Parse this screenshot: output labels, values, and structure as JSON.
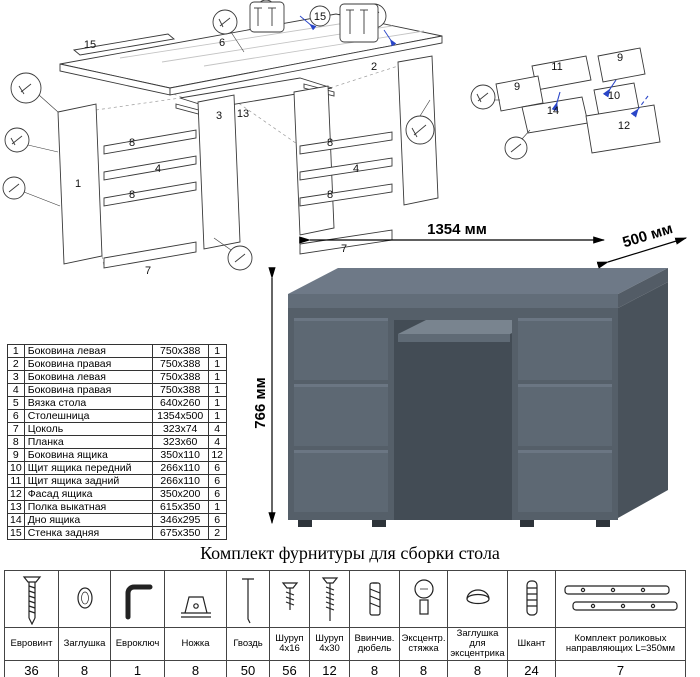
{
  "colors": {
    "accent_blue": "#2a46c8",
    "line": "#3a3a3a",
    "desk_body": "#555f69",
    "desk_side": "#49525b",
    "desk_top": "#6e7987",
    "desk_drawer": "#5d6873",
    "desk_opening": "#434c55"
  },
  "exploded": {
    "main_labels": [
      "15",
      "6",
      "15",
      "2",
      "13",
      "1",
      "8",
      "4",
      "8",
      "3",
      "7",
      "8",
      "4",
      "8",
      "7"
    ],
    "drawer_labels": [
      "11",
      "9",
      "9",
      "10",
      "14",
      "12"
    ]
  },
  "desk": {
    "width_label": "1354 мм",
    "depth_label": "500 мм",
    "height_label": "766 мм"
  },
  "parts": {
    "rows": [
      {
        "num": "1",
        "name": "Боковина левая",
        "size": "750x388",
        "qty": "1"
      },
      {
        "num": "2",
        "name": "Боковина правая",
        "size": "750x388",
        "qty": "1"
      },
      {
        "num": "3",
        "name": "Боковина левая",
        "size": "750x388",
        "qty": "1"
      },
      {
        "num": "4",
        "name": "Боковина правая",
        "size": "750x388",
        "qty": "1"
      },
      {
        "num": "5",
        "name": "Вязка стола",
        "size": "640x260",
        "qty": "1"
      },
      {
        "num": "6",
        "name": "Столешница",
        "size": "1354x500",
        "qty": "1"
      },
      {
        "num": "7",
        "name": "Цоколь",
        "size": "323x74",
        "qty": "4"
      },
      {
        "num": "8",
        "name": "Планка",
        "size": "323x60",
        "qty": "4"
      },
      {
        "num": "9",
        "name": "Боковина ящика",
        "size": "350x110",
        "qty": "12"
      },
      {
        "num": "10",
        "name": "Щит ящика передний",
        "size": "266x110",
        "qty": "6"
      },
      {
        "num": "11",
        "name": "Щит ящика задний",
        "size": "266x110",
        "qty": "6"
      },
      {
        "num": "12",
        "name": "Фасад ящика",
        "size": "350x200",
        "qty": "6"
      },
      {
        "num": "13",
        "name": "Полка выкатная",
        "size": "615x350",
        "qty": "1"
      },
      {
        "num": "14",
        "name": "Дно ящика",
        "size": "346x295",
        "qty": "6"
      },
      {
        "num": "15",
        "name": "Стенка задняя",
        "size": "675x350",
        "qty": "2"
      }
    ]
  },
  "kit": {
    "heading": "Комплект фурнитуры для сборки стола"
  },
  "hardware": {
    "items": [
      {
        "icon": "confirmat-screw-icon",
        "label": "Евровинт",
        "qty": "36"
      },
      {
        "icon": "plug-icon",
        "label": "Заглушка",
        "qty": "8"
      },
      {
        "icon": "hex-key-icon",
        "label": "Евроключ",
        "qty": "1"
      },
      {
        "icon": "foot-icon",
        "label": "Ножка",
        "qty": "8"
      },
      {
        "icon": "nail-icon",
        "label": "Гвоздь",
        "qty": "50"
      },
      {
        "icon": "screw-4x16-icon",
        "label": "Шуруп 4x16",
        "qty": "56"
      },
      {
        "icon": "screw-4x30-icon",
        "label": "Шуруп 4x30",
        "qty": "12"
      },
      {
        "icon": "screw-dowel-icon",
        "label": "Ввинчив. дюбель",
        "qty": "8"
      },
      {
        "icon": "cam-lock-icon",
        "label": "Эксцентр. стяжка",
        "qty": "8"
      },
      {
        "icon": "cam-cap-icon",
        "label": "Заглушка для эксцентрика",
        "qty": "8"
      },
      {
        "icon": "wood-dowel-icon",
        "label": "Шкант",
        "qty": "24"
      },
      {
        "icon": "roller-guides-icon",
        "label": "Комплект роликовых направляющих L=350мм",
        "qty": "7"
      }
    ]
  }
}
